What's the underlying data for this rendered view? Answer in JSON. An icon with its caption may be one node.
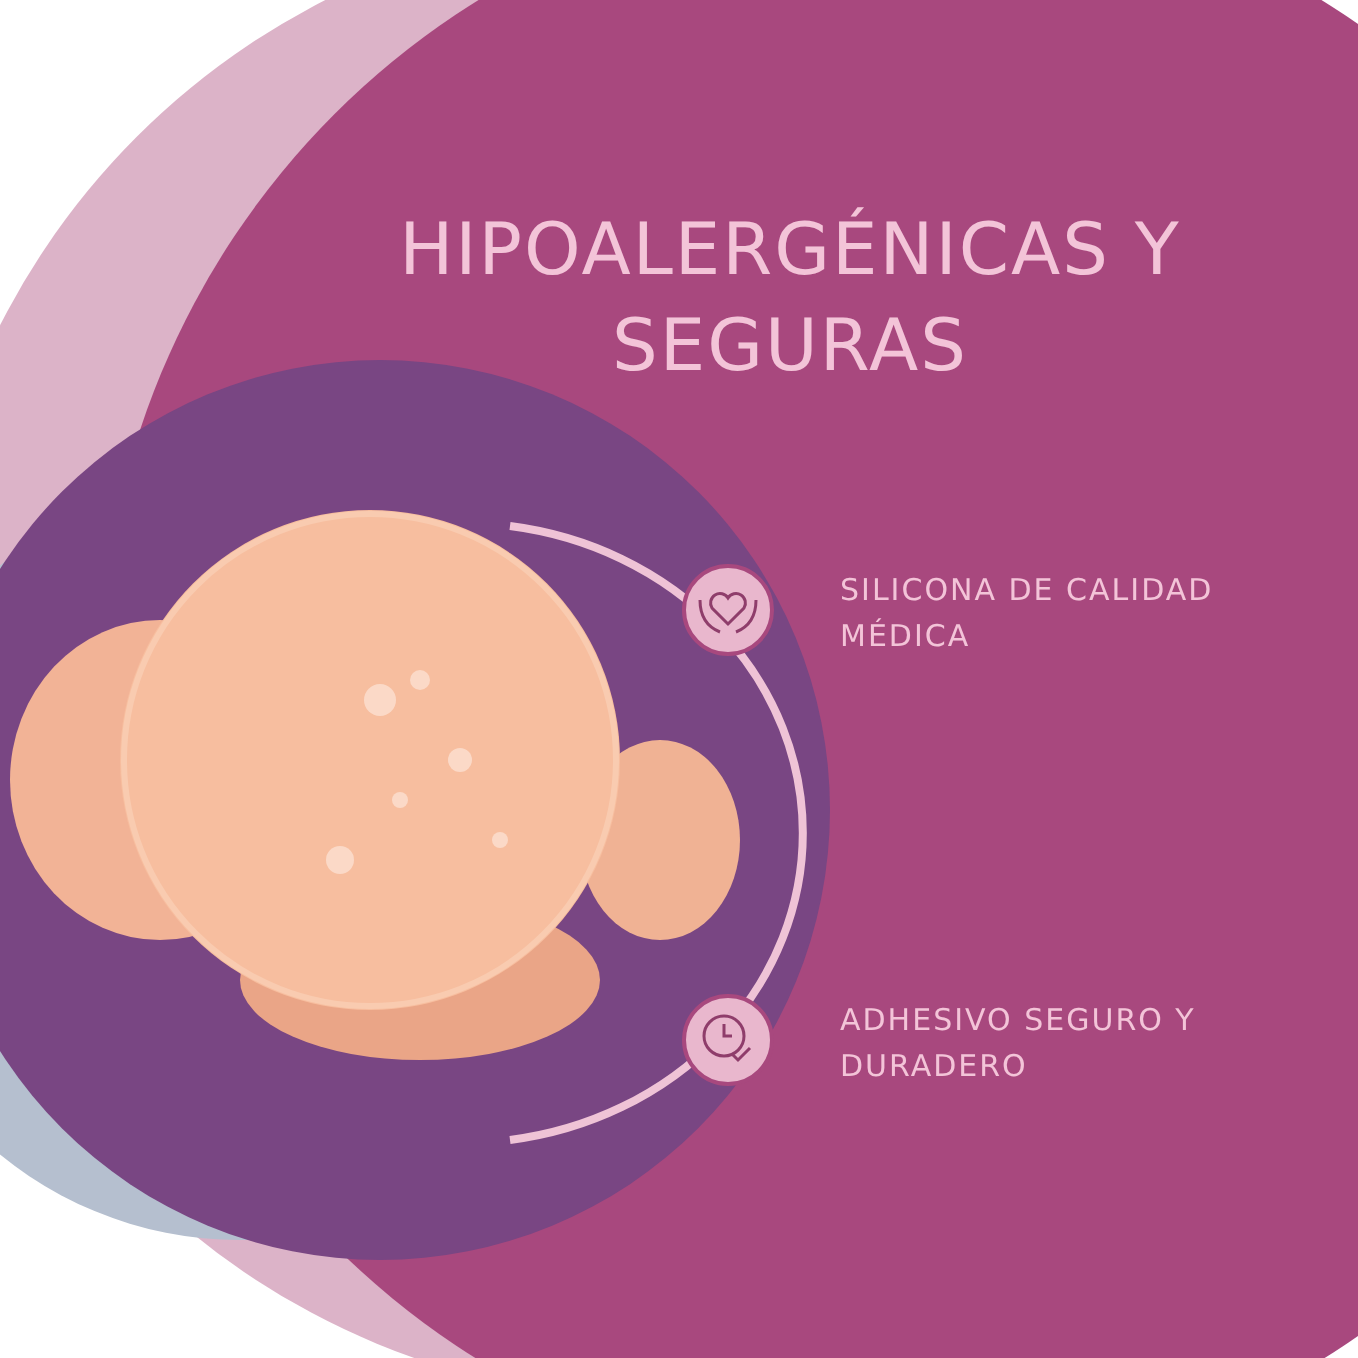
{
  "diagram": {
    "title": "HIPOALERGÉNICAS Y SEGURAS",
    "labels": [
      "SILICONA DE CALIDAD MÉDICA",
      "ADHESIVO SEGURO Y DURADERO"
    ]
  }
}
